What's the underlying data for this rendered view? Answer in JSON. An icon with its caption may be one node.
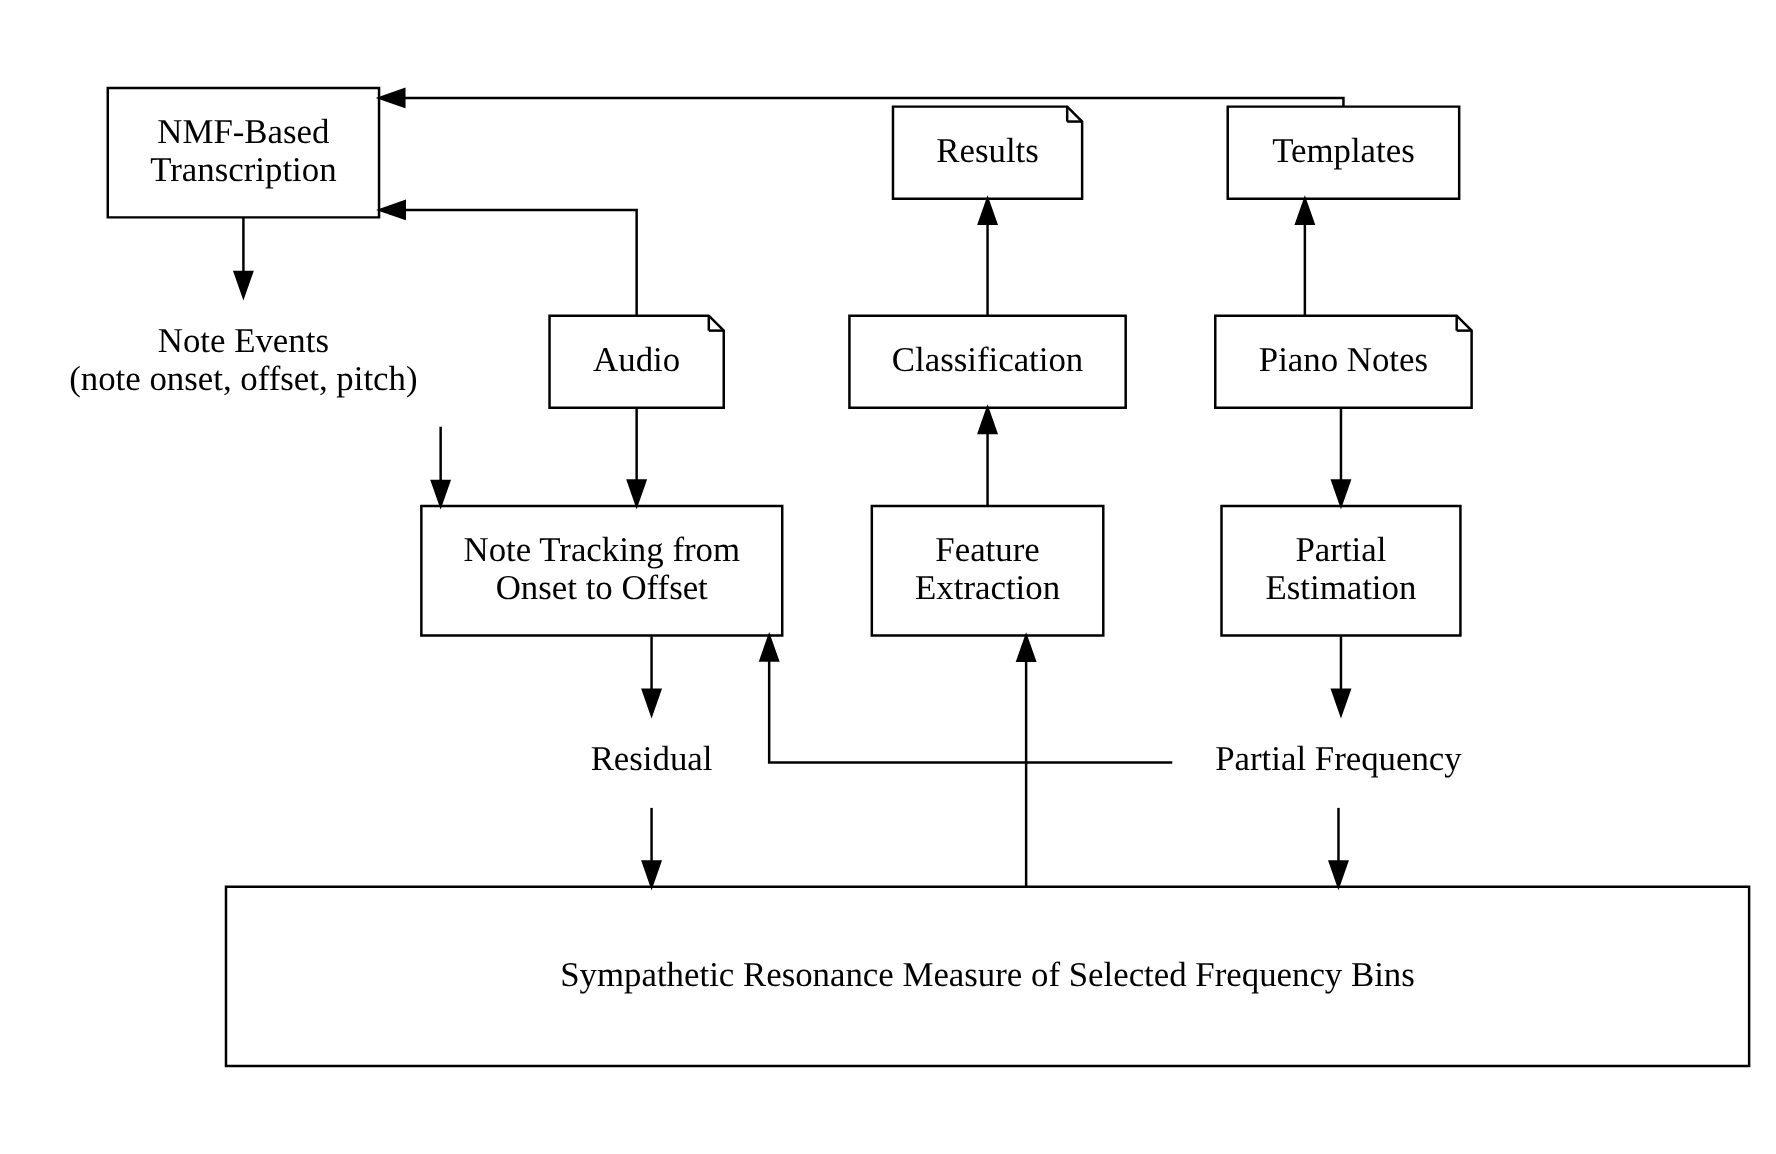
{
  "diagram": {
    "nodes": [
      {
        "text": [
          "NMF-Based Transcription"
        ]
      },
      {
        "text": [
          "Templates"
        ]
      },
      {
        "text": [
          "Results"
        ]
      },
      {
        "text": [
          "Audio"
        ]
      },
      {
        "text": [
          "Note Events (note onset, offset, pitch)"
        ]
      },
      {
        "text": [
          "Piano Notes"
        ]
      },
      {
        "text": [
          "Classification"
        ]
      },
      {
        "text": [
          "Note Tracking from Onset to Offset"
        ]
      },
      {
        "text": [
          "Partial Estimation"
        ]
      },
      {
        "text": [
          "Feature Extraction"
        ]
      },
      {
        "text": [
          "Residual"
        ]
      },
      {
        "text": [
          "Partial Frequency"
        ]
      },
      {
        "text": [
          "Sympathetic Resonance Measure of Selected Frequency Bins"
        ]
      }
    ],
    "edges": [
      {
        "from": 3,
        "to": 0,
        "arrow": "to"
      },
      {
        "from": 1,
        "to": 0,
        "arrow": "to"
      },
      {
        "from": 0,
        "to": 4,
        "arrow": "to"
      },
      {
        "from": 4,
        "to": 7,
        "arrow": "to"
      },
      {
        "from": 3,
        "to": 7,
        "arrow": "to"
      },
      {
        "from": 5,
        "to": 1,
        "arrow": "to"
      },
      {
        "from": 5,
        "to": 8,
        "arrow": "to"
      },
      {
        "from": 6,
        "to": 2,
        "arrow": "to"
      },
      {
        "from": 9,
        "to": 6,
        "arrow": "to"
      },
      {
        "from": 7,
        "to": 10,
        "arrow": "to"
      },
      {
        "from": 10,
        "to": 12,
        "arrow": "to"
      },
      {
        "from": 8,
        "to": 11,
        "arrow": "to"
      },
      {
        "from": 11,
        "to": 7,
        "arrow": "to"
      },
      {
        "from": 11,
        "to": 12,
        "arrow": "to"
      },
      {
        "from": 12,
        "to": 9,
        "arrow": "to"
      }
    ]
  }
}
